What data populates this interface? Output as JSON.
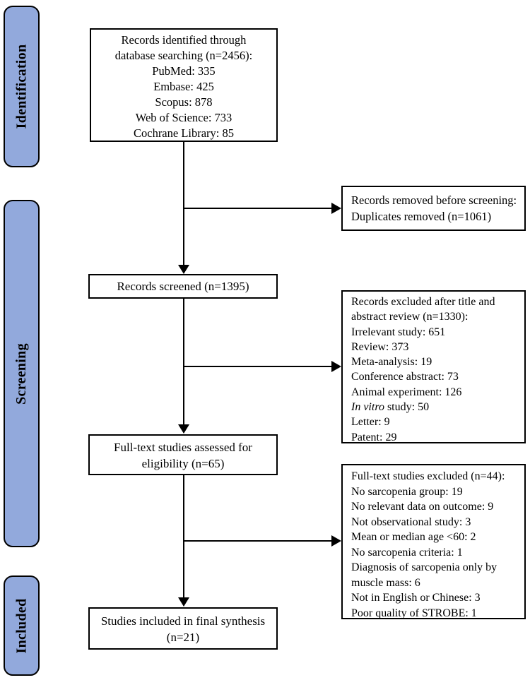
{
  "diagram": {
    "type": "prisma-flowchart",
    "colors": {
      "stage_fill": "#92a9dc",
      "stage_border": "#000000",
      "box_background": "#ffffff",
      "box_border": "#000000",
      "arrow": "#000000"
    },
    "stages": [
      {
        "label": "Identification"
      },
      {
        "label": "Screening"
      },
      {
        "label": "Included"
      }
    ],
    "flow_boxes": {
      "identified": {
        "lines": [
          "Records identified through",
          "database searching (n=2456):",
          "PubMed: 335",
          "Embase: 425",
          "Scopus: 878",
          "Web of Science: 733",
          "Cochrane Library: 85"
        ]
      },
      "removed": {
        "lines": [
          "Records removed before screening:",
          "Duplicates removed (n=1061)"
        ]
      },
      "screened": {
        "lines": [
          "Records screened (n=1395)"
        ]
      },
      "excluded_abstract": {
        "lines_before_italic": [
          "Records excluded after title and",
          "abstract review (n=1330):",
          "Irrelevant study: 651",
          "Review: 373",
          "Meta-analysis: 19",
          "Conference abstract: 73",
          "Animal experiment: 126"
        ],
        "italic_line": {
          "italic": "In vitro",
          "rest": " study: 50"
        },
        "lines_after_italic": [
          "Letter: 9",
          "Patent: 29"
        ]
      },
      "fulltext_assessed": {
        "lines": [
          "Full-text studies assessed for",
          "eligibility (n=65)"
        ]
      },
      "fulltext_excluded": {
        "lines": [
          "Full-text studies excluded (n=44):",
          "No sarcopenia group: 19",
          "No relevant data on outcome: 9",
          "Not observational study: 3",
          "Mean or median age <60: 2",
          "No sarcopenia criteria: 1",
          "Diagnosis of sarcopenia only by",
          "muscle mass: 6",
          "Not in English or Chinese: 3",
          "Poor quality of STROBE: 1"
        ]
      },
      "included_final": {
        "lines": [
          "Studies included in final synthesis",
          "(n=21)"
        ]
      }
    }
  }
}
